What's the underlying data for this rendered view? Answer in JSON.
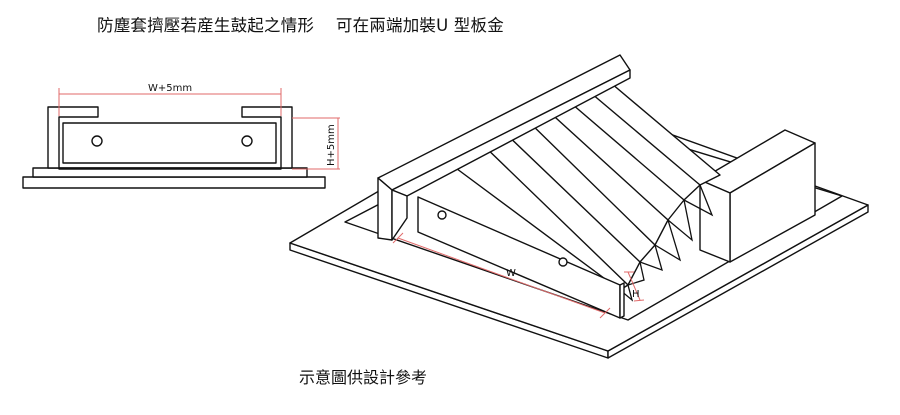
{
  "heading": {
    "left_text": "防塵套擠壓若産生鼓起之情形",
    "right_text": "可在兩端加裝U 型板金"
  },
  "cross_section": {
    "width_label": "W+5mm",
    "height_label": "H+5mm"
  },
  "isometric": {
    "width_label": "W",
    "height_label": "H"
  },
  "caption": "示意圖供設計參考",
  "colors": {
    "dimension": "#e06a6a",
    "line": "#111111"
  }
}
